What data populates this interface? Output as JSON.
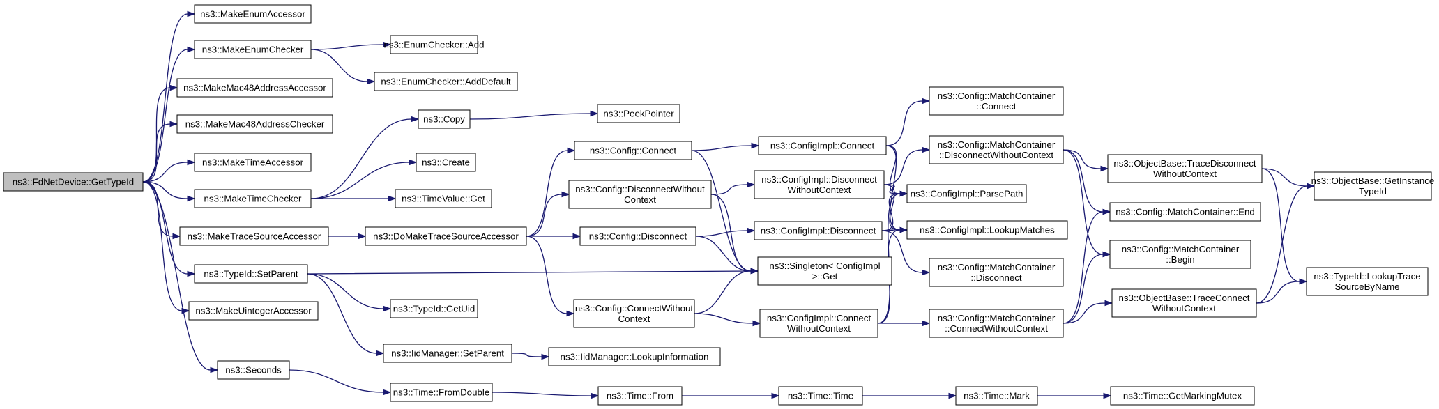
{
  "nodes": [
    {
      "id": "root",
      "lines": [
        "ns3::FdNetDevice::GetTypeId"
      ],
      "root": true
    },
    {
      "id": "mea",
      "lines": [
        "ns3::MakeEnumAccessor"
      ]
    },
    {
      "id": "mec",
      "lines": [
        "ns3::MakeEnumChecker"
      ]
    },
    {
      "id": "eca",
      "lines": [
        "ns3::EnumChecker::Add"
      ]
    },
    {
      "id": "ecad",
      "lines": [
        "ns3::EnumChecker::AddDefault"
      ]
    },
    {
      "id": "m48a",
      "lines": [
        "ns3::MakeMac48AddressAccessor"
      ]
    },
    {
      "id": "m48c",
      "lines": [
        "ns3::MakeMac48AddressChecker"
      ]
    },
    {
      "id": "mta",
      "lines": [
        "ns3::MakeTimeAccessor"
      ]
    },
    {
      "id": "mtc",
      "lines": [
        "ns3::MakeTimeChecker"
      ]
    },
    {
      "id": "copy",
      "lines": [
        "ns3::Copy"
      ]
    },
    {
      "id": "peek",
      "lines": [
        "ns3::PeekPointer"
      ]
    },
    {
      "id": "create",
      "lines": [
        "ns3::Create"
      ]
    },
    {
      "id": "tvget",
      "lines": [
        "ns3::TimeValue::Get"
      ]
    },
    {
      "id": "mtsa",
      "lines": [
        "ns3::MakeTraceSourceAccessor"
      ]
    },
    {
      "id": "dmtsa",
      "lines": [
        "ns3::DoMakeTraceSourceAccessor"
      ]
    },
    {
      "id": "cconn",
      "lines": [
        "ns3::Config::Connect"
      ]
    },
    {
      "id": "cdwc",
      "lines": [
        "ns3::Config::DisconnectWithout",
        "Context"
      ]
    },
    {
      "id": "cdisc",
      "lines": [
        "ns3::Config::Disconnect"
      ]
    },
    {
      "id": "ccwc",
      "lines": [
        "ns3::Config::ConnectWithout",
        "Context"
      ]
    },
    {
      "id": "ciconn",
      "lines": [
        "ns3::ConfigImpl::Connect"
      ]
    },
    {
      "id": "cidwc",
      "lines": [
        "ns3::ConfigImpl::Disconnect",
        "WithoutContext"
      ]
    },
    {
      "id": "cidisc",
      "lines": [
        "ns3::ConfigImpl::Disconnect"
      ]
    },
    {
      "id": "cicwc",
      "lines": [
        "ns3::ConfigImpl::Connect",
        "WithoutContext"
      ]
    },
    {
      "id": "sget",
      "lines": [
        "ns3::Singleton< ConfigImpl",
        " >::Get"
      ]
    },
    {
      "id": "mcconn",
      "lines": [
        "ns3::Config::MatchContainer",
        "::Connect"
      ]
    },
    {
      "id": "mcdwc",
      "lines": [
        "ns3::Config::MatchContainer",
        "::DisconnectWithoutContext"
      ]
    },
    {
      "id": "pp",
      "lines": [
        "ns3::ConfigImpl::ParsePath"
      ]
    },
    {
      "id": "lm",
      "lines": [
        "ns3::ConfigImpl::LookupMatches"
      ]
    },
    {
      "id": "mcdisc",
      "lines": [
        "ns3::Config::MatchContainer",
        "::Disconnect"
      ]
    },
    {
      "id": "mccwc",
      "lines": [
        "ns3::Config::MatchContainer",
        "::ConnectWithoutContext"
      ]
    },
    {
      "id": "obtdwc",
      "lines": [
        "ns3::ObjectBase::TraceDisconnect",
        "WithoutContext"
      ]
    },
    {
      "id": "mcend",
      "lines": [
        "ns3::Config::MatchContainer::End"
      ]
    },
    {
      "id": "mcbeg",
      "lines": [
        "ns3::Config::MatchContainer",
        "::Begin"
      ]
    },
    {
      "id": "obtcwc",
      "lines": [
        "ns3::ObjectBase::TraceConnect",
        "WithoutContext"
      ]
    },
    {
      "id": "obgit",
      "lines": [
        "ns3::ObjectBase::GetInstance",
        "TypeId"
      ]
    },
    {
      "id": "tidlts",
      "lines": [
        "ns3::TypeId::LookupTrace",
        "SourceByName"
      ]
    },
    {
      "id": "tidsp",
      "lines": [
        "ns3::TypeId::SetParent"
      ]
    },
    {
      "id": "tidgu",
      "lines": [
        "ns3::TypeId::GetUid"
      ]
    },
    {
      "id": "iidsp",
      "lines": [
        "ns3::IidManager::SetParent"
      ]
    },
    {
      "id": "iidli",
      "lines": [
        "ns3::IidManager::LookupInformation"
      ]
    },
    {
      "id": "mua",
      "lines": [
        "ns3::MakeUintegerAccessor"
      ]
    },
    {
      "id": "sec",
      "lines": [
        "ns3::Seconds"
      ]
    },
    {
      "id": "tfd",
      "lines": [
        "ns3::Time::FromDouble"
      ]
    },
    {
      "id": "tfrom",
      "lines": [
        "ns3::Time::From"
      ]
    },
    {
      "id": "ttime",
      "lines": [
        "ns3::Time::Time"
      ]
    },
    {
      "id": "tmark",
      "lines": [
        "ns3::Time::Mark"
      ]
    },
    {
      "id": "tgmm",
      "lines": [
        "ns3::Time::GetMarkingMutex"
      ]
    }
  ],
  "edges": [
    [
      "root",
      "mea"
    ],
    [
      "root",
      "mec"
    ],
    [
      "root",
      "m48a"
    ],
    [
      "root",
      "m48c"
    ],
    [
      "root",
      "mta"
    ],
    [
      "root",
      "mtc"
    ],
    [
      "root",
      "mtsa"
    ],
    [
      "root",
      "tidsp"
    ],
    [
      "root",
      "mua"
    ],
    [
      "root",
      "sec"
    ],
    [
      "mec",
      "eca"
    ],
    [
      "mec",
      "ecad"
    ],
    [
      "mtc",
      "copy"
    ],
    [
      "mtc",
      "create"
    ],
    [
      "mtc",
      "tvget"
    ],
    [
      "copy",
      "peek"
    ],
    [
      "mtsa",
      "dmtsa"
    ],
    [
      "dmtsa",
      "cconn"
    ],
    [
      "dmtsa",
      "cdwc"
    ],
    [
      "dmtsa",
      "cdisc"
    ],
    [
      "dmtsa",
      "ccwc"
    ],
    [
      "cconn",
      "ciconn"
    ],
    [
      "cconn",
      "sget"
    ],
    [
      "cdwc",
      "cidwc"
    ],
    [
      "cdwc",
      "sget"
    ],
    [
      "cdisc",
      "cidisc"
    ],
    [
      "cdisc",
      "sget"
    ],
    [
      "ccwc",
      "cicwc"
    ],
    [
      "ccwc",
      "sget"
    ],
    [
      "ciconn",
      "mcconn"
    ],
    [
      "ciconn",
      "pp"
    ],
    [
      "ciconn",
      "lm"
    ],
    [
      "cidwc",
      "mcdwc"
    ],
    [
      "cidwc",
      "pp"
    ],
    [
      "cidwc",
      "lm"
    ],
    [
      "cidisc",
      "pp"
    ],
    [
      "cidisc",
      "lm"
    ],
    [
      "cidisc",
      "mcdisc"
    ],
    [
      "cicwc",
      "pp"
    ],
    [
      "cicwc",
      "lm"
    ],
    [
      "cicwc",
      "mccwc"
    ],
    [
      "mcdwc",
      "obtdwc"
    ],
    [
      "mcdwc",
      "mcend"
    ],
    [
      "mcdwc",
      "mcbeg"
    ],
    [
      "mccwc",
      "mcend"
    ],
    [
      "mccwc",
      "mcbeg"
    ],
    [
      "mccwc",
      "obtcwc"
    ],
    [
      "obtdwc",
      "obgit"
    ],
    [
      "obtdwc",
      "tidlts"
    ],
    [
      "obtcwc",
      "obgit"
    ],
    [
      "obtcwc",
      "tidlts"
    ],
    [
      "tidsp",
      "sget"
    ],
    [
      "tidsp",
      "tidgu"
    ],
    [
      "tidsp",
      "iidsp"
    ],
    [
      "iidsp",
      "iidli"
    ],
    [
      "sec",
      "tfd"
    ],
    [
      "tfd",
      "tfrom"
    ],
    [
      "tfrom",
      "ttime"
    ],
    [
      "ttime",
      "tmark"
    ],
    [
      "tmark",
      "tgmm"
    ]
  ]
}
